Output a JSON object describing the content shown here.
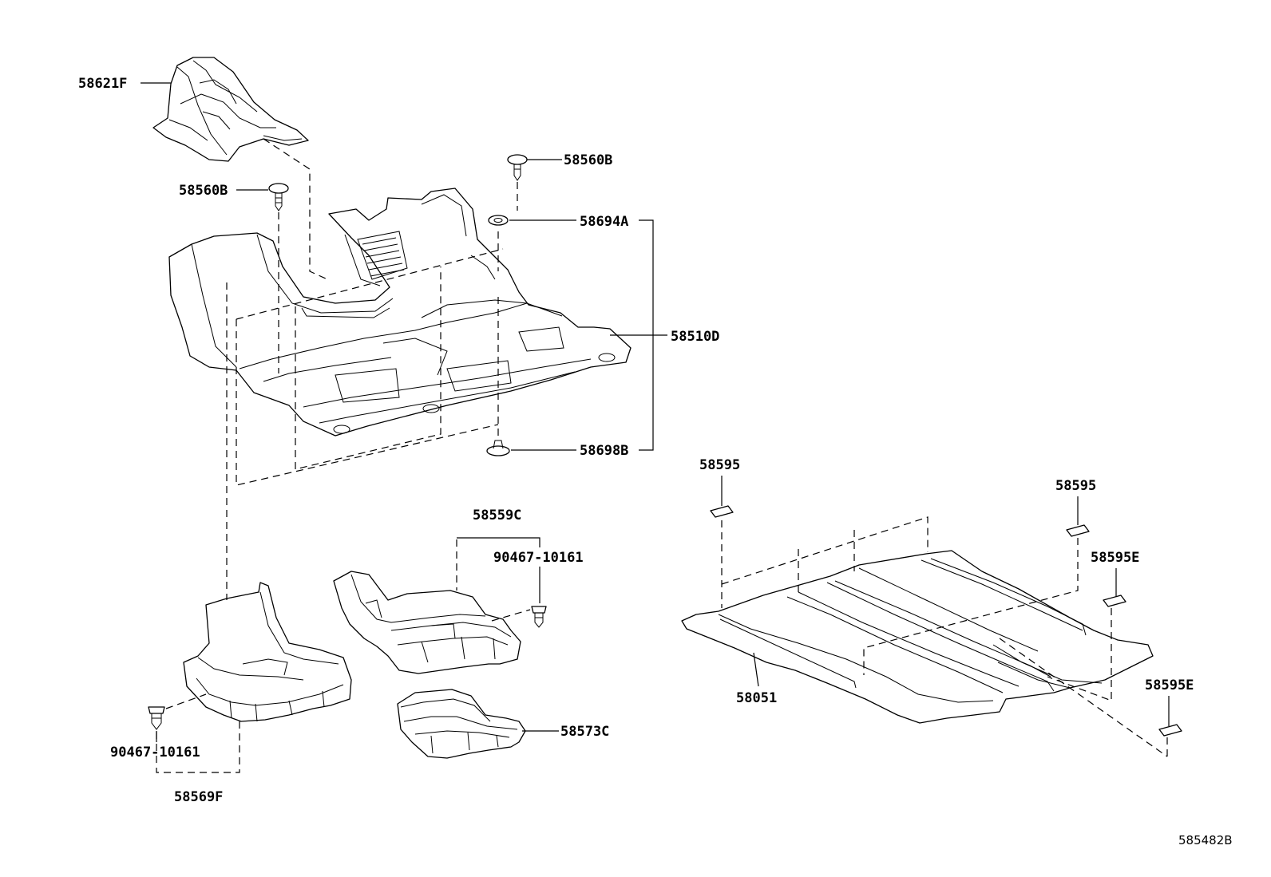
{
  "labels": {
    "p58621F": "58621F",
    "p58560B_top": "58560B",
    "p58560B_left": "58560B",
    "p58694A": "58694A",
    "p58510D": "58510D",
    "p58698B": "58698B",
    "p58559C": "58559C",
    "p90467_right": "90467-10161",
    "p90467_left": "90467-10161",
    "p58569F": "58569F",
    "p58573C": "58573C",
    "p58595_left": "58595",
    "p58595_right": "58595",
    "p58595E_upper": "58595E",
    "p58595E_lower": "58595E",
    "p58051": "58051"
  },
  "diagram_ref": "585482B"
}
